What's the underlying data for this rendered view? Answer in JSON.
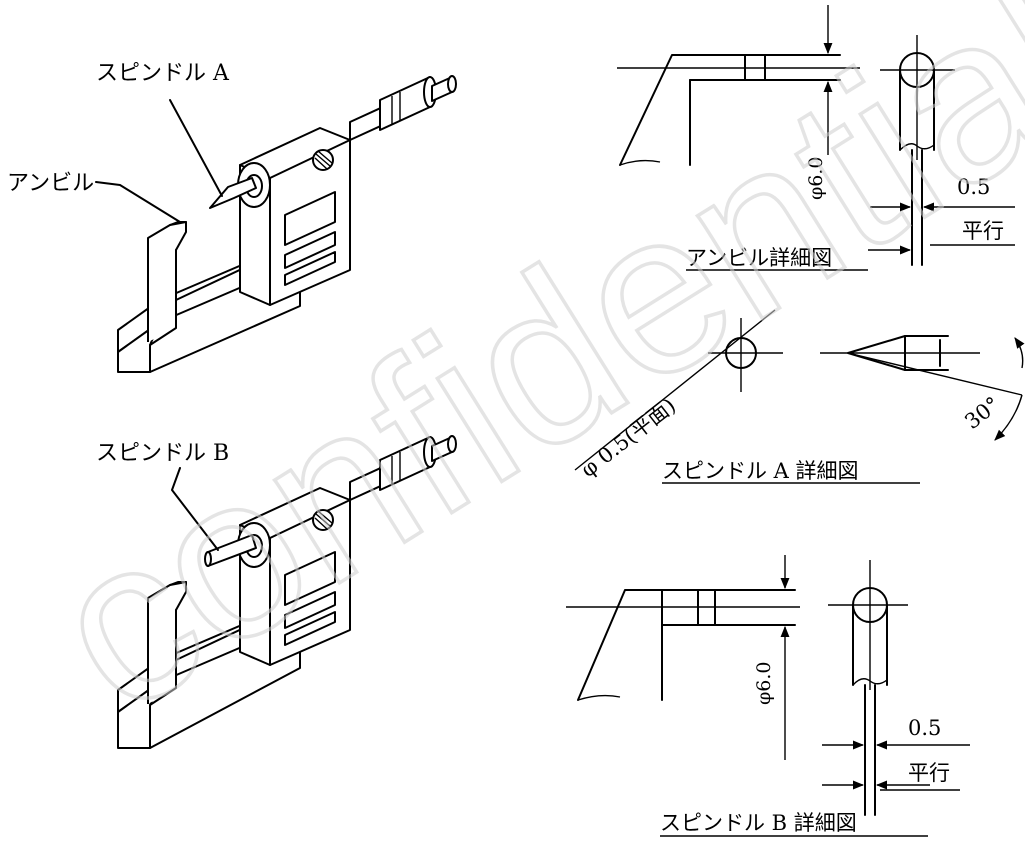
{
  "labels": {
    "spindle_a": "スピンドル A",
    "anvil": "アンビル",
    "spindle_b": "スピンドル B"
  },
  "anvil_detail": {
    "diameter": "φ6.0",
    "gap": "0.5",
    "parallel": "平行",
    "caption": "アンビル詳細図"
  },
  "spindle_a_detail": {
    "diameter_note": "φ 0.5(平面)",
    "angle": "30°",
    "caption": "スピンドル A 詳細図"
  },
  "spindle_b_detail": {
    "diameter": "φ6.0",
    "gap": "0.5",
    "parallel": "平行",
    "caption": "スピンドル B 詳細図"
  },
  "watermark": "confidential"
}
